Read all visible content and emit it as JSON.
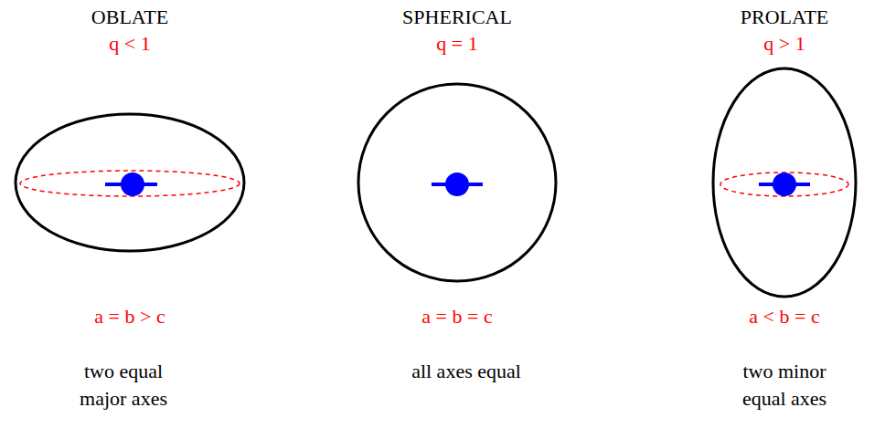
{
  "diagram": {
    "labels": [
      "OBLATE",
      "q < 1",
      "SPHERICAL",
      "q = 1",
      "PROLATE",
      "q > 1",
      "a = b > c",
      "a = b = c",
      "a < b = c",
      "two equal major axes",
      "all axes equal",
      "two minor equal axes"
    ]
  }
}
